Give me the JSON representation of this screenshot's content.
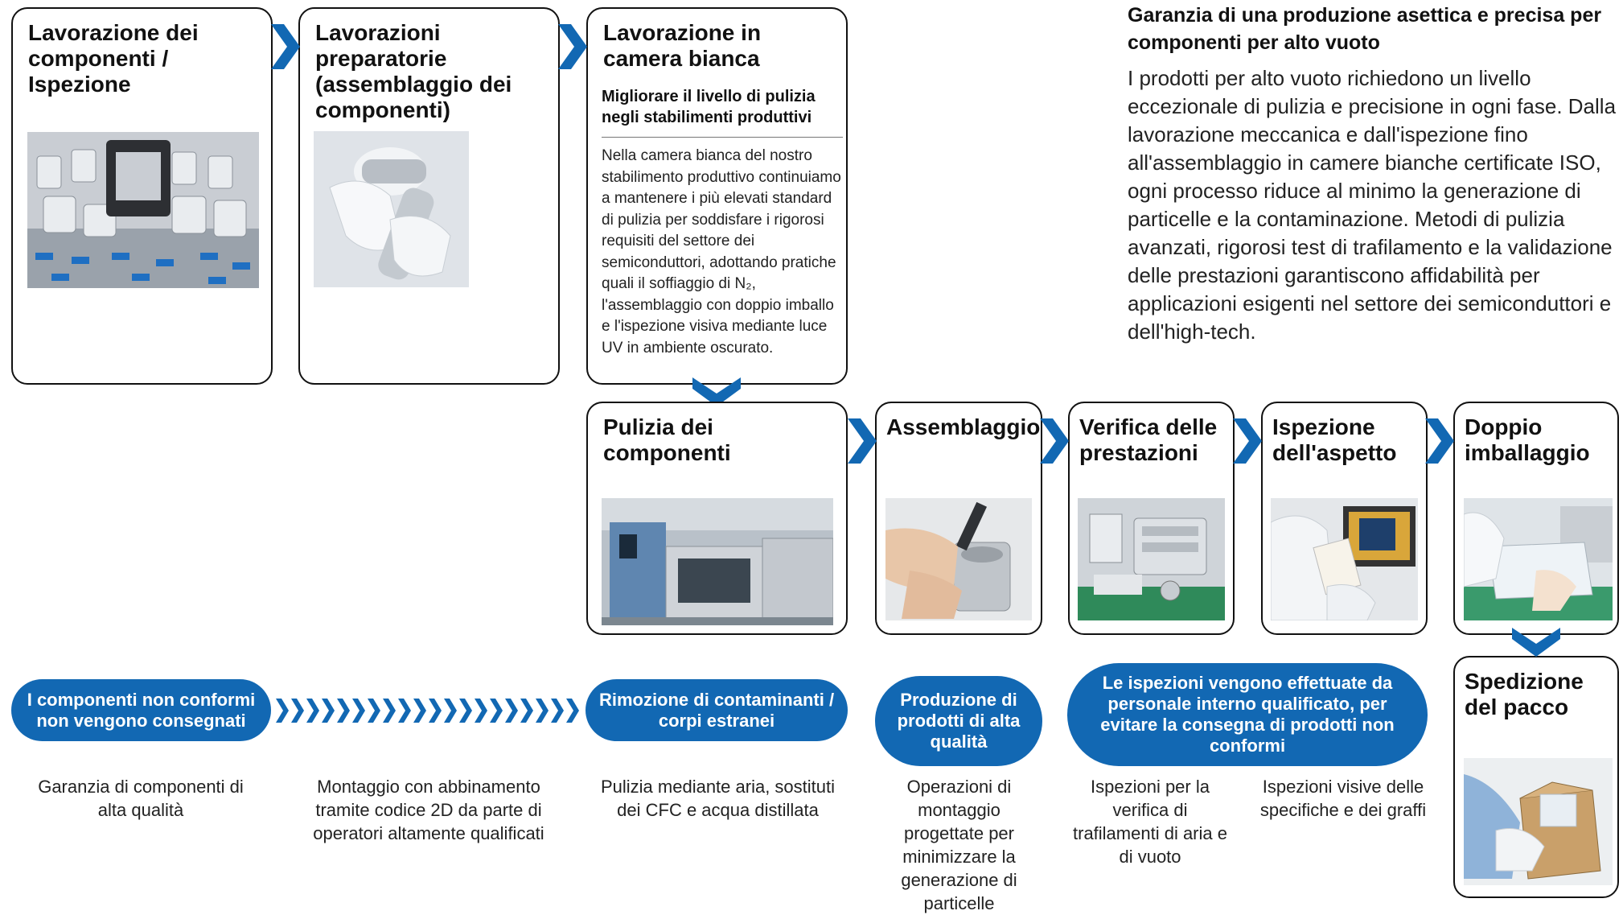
{
  "intro": {
    "title": "Garanzia di una produzione asettica e precisa per componenti per alto vuoto",
    "text": "I prodotti per alto vuoto richiedono un livello eccezionale di pulizia e precisione in ogni fase. Dalla lavorazione meccanica e dall'ispezione fino all'assemblaggio in camere bianche certificate ISO, ogni processo riduce al minimo la generazione di particelle e la contaminazione. Metodi di pulizia avanzati, rigorosi test di trafilamento e la validazione delle prestazioni garantiscono affidabilità per applicazioni esigenti nel settore dei semiconduttori e dell'high-tech."
  },
  "steps": {
    "machining": {
      "title": "Lavorazione dei componenti / Ispezione"
    },
    "prep": {
      "title": "Lavorazioni preparatorie (assemblaggio dei componenti)"
    },
    "cleanroom": {
      "title": "Lavorazione in camera bianca",
      "subtitle": "Migliorare il livello di pulizia negli stabilimenti produttivi",
      "body": "Nella camera bianca del nostro stabilimento produttivo continuiamo a mantenere i più elevati standard di pulizia per soddisfare i rigorosi requisiti del settore dei semiconduttori, adottando pratiche quali il soffiaggio di N₂, l'assemblaggio con doppio imballo e l'ispezione visiva mediante luce UV in ambiente oscurato."
    },
    "cleaning": {
      "title": "Pulizia dei componenti"
    },
    "assembly": {
      "title": "Assemblaggio"
    },
    "performance": {
      "title": "Verifica delle prestazioni"
    },
    "appearance": {
      "title": "Ispezione dell'aspetto"
    },
    "packaging": {
      "title": "Doppio imballaggio"
    },
    "shipping": {
      "title": "Spedizione del pacco"
    }
  },
  "pills": {
    "nonconforming": "I componenti non conformi non vengono consegnati",
    "contaminants": "Rimozione di contaminanti / corpi estranei",
    "quality": "Produzione di prodotti di alta qualità",
    "inspections": "Le ispezioni vengono effettuate da personale interno qualificato, per evitare la consegna di prodotti non conformi"
  },
  "descriptions": {
    "components": "Garanzia di componenti di alta qualità",
    "mounting": "Montaggio con abbinamento tramite codice 2D da parte di operatori altamente qualificati",
    "cleaning": "Pulizia mediante aria, sostituti dei CFC e acqua distillata",
    "assembly_ops": "Operazioni di montaggio progettate per minimizzare la generazione di particelle",
    "leak": "Ispezioni per la verifica di trafilamenti di aria e di vuoto",
    "visual": "Ispezioni visive delle specifiche e dei graffi"
  },
  "icons": {
    "flow_arrow": "chevron-right-icon",
    "down_arrow": "chevron-down-icon"
  },
  "colors": {
    "accent": "#1268b3",
    "border": "#111111"
  }
}
